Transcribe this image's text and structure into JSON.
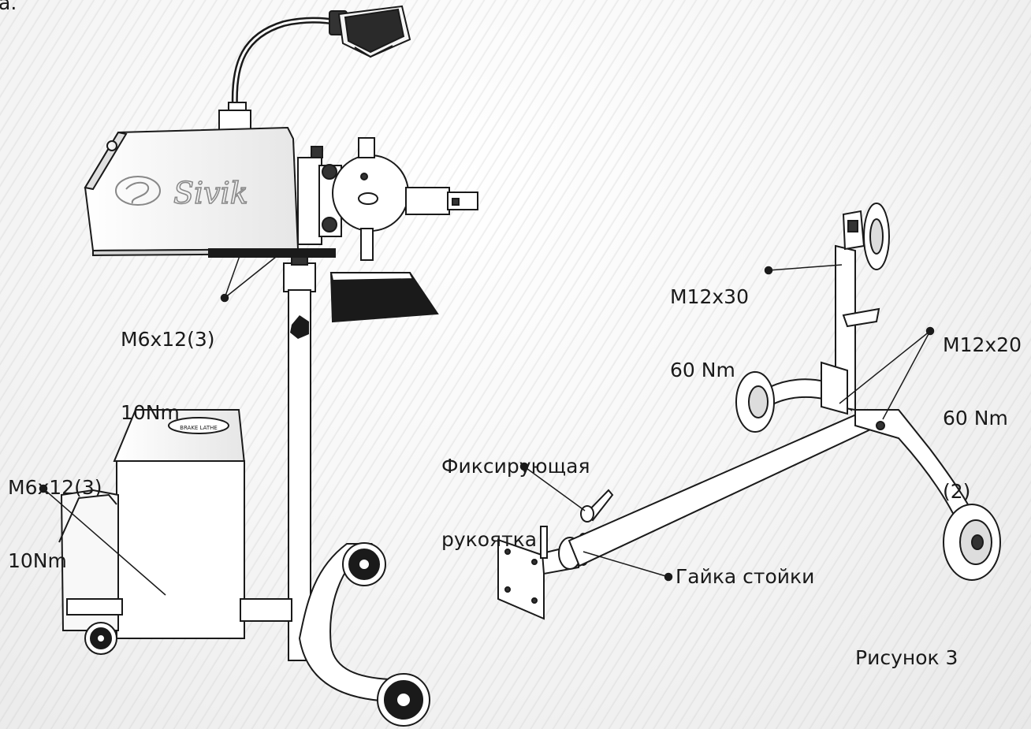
{
  "fragment_top_left": "а.",
  "logo_text": "Sivik",
  "plate_text": "BRAKE LATHE",
  "labels": {
    "bolt_top": {
      "line1": "M6x12(3)",
      "line2": "10Nm"
    },
    "bolt_left": {
      "line1": "M6x12(3)",
      "line2": "10Nm"
    },
    "bolt_m12x30": {
      "line1": "M12x30",
      "line2": "60 Nm"
    },
    "bolt_m12x20": {
      "line1": "M12x20",
      "line2": "60 Nm",
      "line3": "(2)"
    },
    "handle": {
      "line1": "Фиксирующая",
      "line2": "рукоятка"
    },
    "nut": "Гайка стойки"
  },
  "caption": "Рисунок 3"
}
